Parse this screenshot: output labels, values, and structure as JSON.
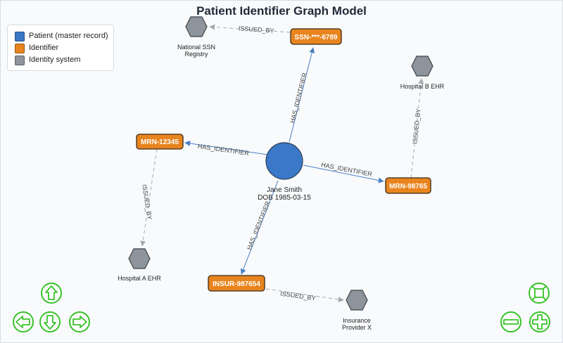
{
  "title": "Patient Identifier Graph Model",
  "legend": {
    "items": [
      {
        "label": "Patient (master record)",
        "color": "#3b78c8"
      },
      {
        "label": "Identifier",
        "color": "#e8841e"
      },
      {
        "label": "Identity system",
        "color": "#8d949b"
      }
    ]
  },
  "colors": {
    "patient": "#3b78c8",
    "identifier": "#e8841e",
    "system": "#8d949b",
    "edge_solid": "#4a7fc4",
    "edge_dashed": "#a4a9ae",
    "controls": "#38c22a"
  },
  "nodes": {
    "patient": {
      "line1": "Jane Smith",
      "line2": "DOB 1985-03-15"
    },
    "mrn_12345": {
      "label": "MRN-12345"
    },
    "ssn": {
      "label": "SSN-***-6789"
    },
    "mrn_98765": {
      "label": "MRN-98765"
    },
    "insur": {
      "label": "INSUR-987654"
    },
    "ssn_registry": {
      "line1": "National SSN",
      "line2": "Registry"
    },
    "hospital_a": {
      "line1": "Hospital A EHR"
    },
    "hospital_b": {
      "line1": "Hospital B EHR"
    },
    "insurer": {
      "line1": "Insurance",
      "line2": "Provider X"
    }
  },
  "edges": {
    "has_identifier": "HAS_IDENTIFIER",
    "issued_by": "ISSUED_BY"
  },
  "controls": {
    "up": "arrow-up-icon",
    "left": "arrow-left-icon",
    "down": "arrow-down-icon",
    "right": "arrow-right-icon",
    "fit": "fit-icon",
    "zoom_out": "minus-icon",
    "zoom_in": "plus-icon"
  }
}
